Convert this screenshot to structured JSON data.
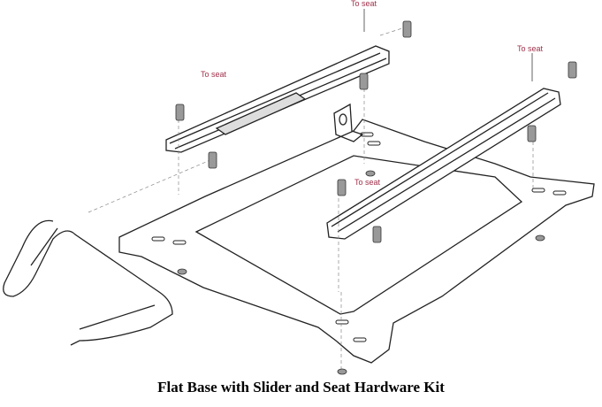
{
  "labels": {
    "to_seat_1": "To seat",
    "to_seat_2": "To seat",
    "to_seat_3": "To seat",
    "to_seat_4": "To seat"
  },
  "caption": "Flat Base with Slider and Seat Hardware Kit",
  "colors": {
    "label": "#a0304a",
    "line": "#222222",
    "bolt": "#888888"
  }
}
